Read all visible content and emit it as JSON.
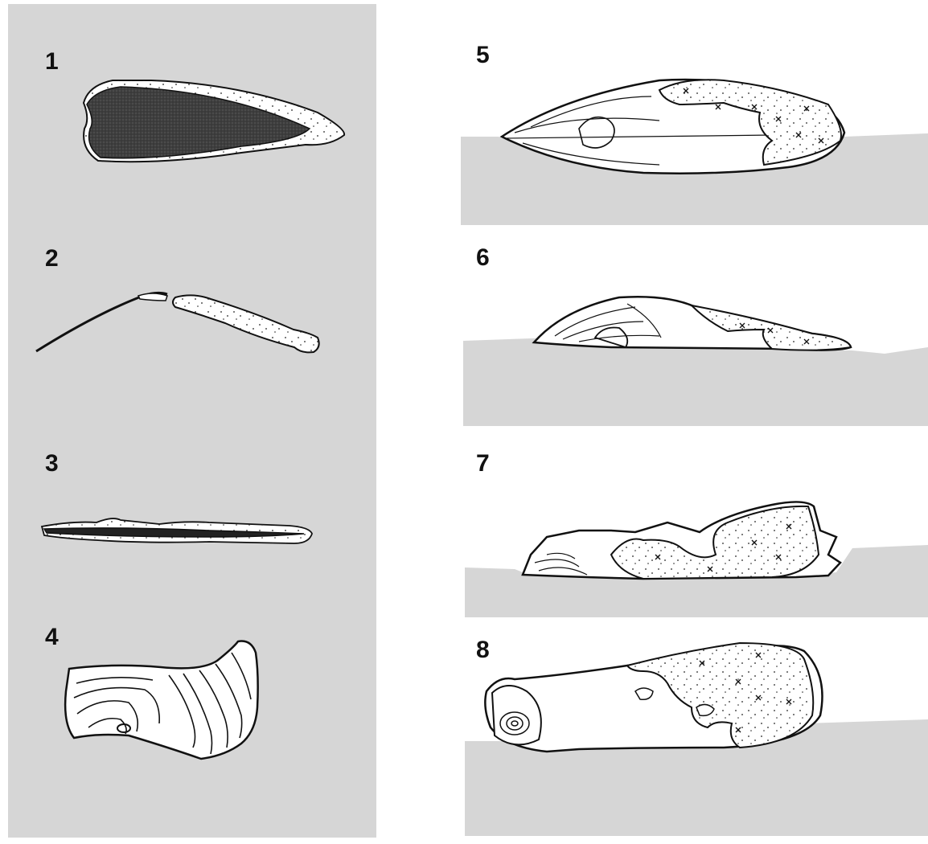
{
  "figure": {
    "panel_labels": [
      "1",
      "2",
      "3",
      "4",
      "5",
      "6",
      "7",
      "8"
    ]
  },
  "colors": {
    "background": "#ffffff",
    "sediment_fill": "#d6d6d6",
    "shell_dark": "#3e3e3e",
    "outline": "#111111",
    "encrustation_fill": "#ffffff"
  }
}
